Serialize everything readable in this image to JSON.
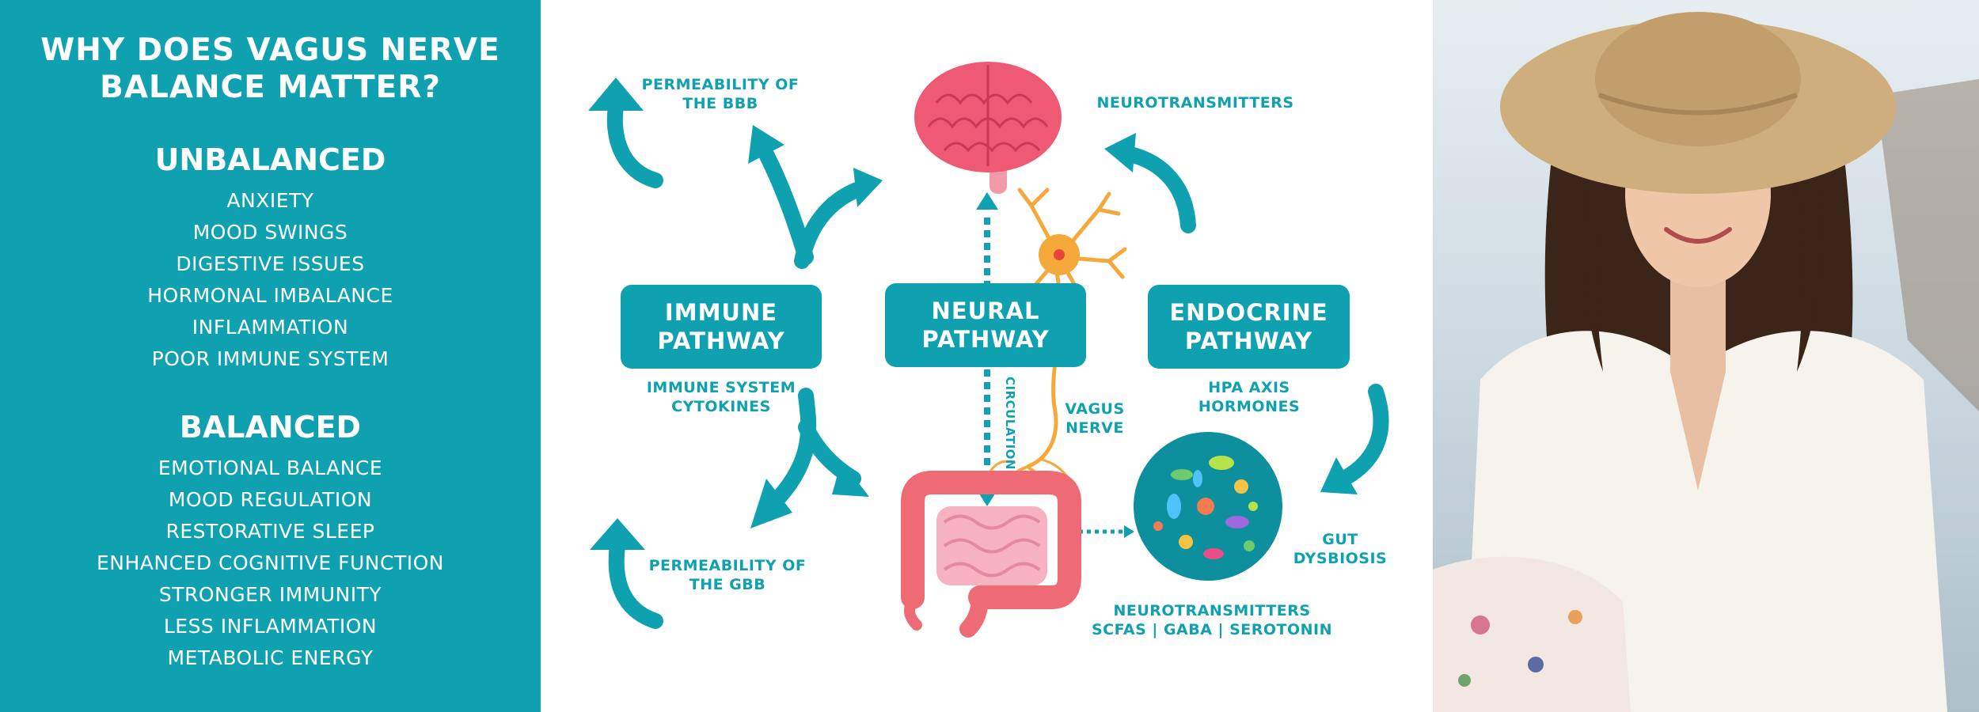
{
  "left_panel": {
    "title_line1": "WHY DOES VAGUS NERVE",
    "title_line2": "BALANCE MATTER?",
    "unbalanced_heading": "UNBALANCED",
    "unbalanced_items": [
      "ANXIETY",
      "MOOD SWINGS",
      "DIGESTIVE ISSUES",
      "HORMONAL IMBALANCE",
      "INFLAMMATION",
      "POOR IMMUNE SYSTEM"
    ],
    "balanced_heading": "BALANCED",
    "balanced_items": [
      "EMOTIONAL BALANCE",
      "MOOD REGULATION",
      "RESTORATIVE SLEEP",
      "ENHANCED COGNITIVE FUNCTION",
      "STRONGER IMMUNITY",
      "LESS INFLAMMATION",
      "METABOLIC ENERGY"
    ]
  },
  "diagram": {
    "pathways": {
      "immune_line1": "IMMUNE",
      "immune_line2": "PATHWAY",
      "neural_line1": "NEURAL",
      "neural_line2": "PATHWAY",
      "endocrine_line1": "ENDOCRINE",
      "endocrine_line2": "PATHWAY"
    },
    "labels": {
      "bbb_line1": "PERMEABILITY OF",
      "bbb_line2": "THE BBB",
      "neurotransmitters_top": "NEUROTRANSMITTERS",
      "immune_sub_line1": "IMMUNE SYSTEM",
      "immune_sub_line2": "CYTOKINES",
      "circulation": "CIRCULATION",
      "vagus_line1": "VAGUS",
      "vagus_line2": "NERVE",
      "hpa_line1": "HPA AXIS",
      "hpa_line2": "HORMONES",
      "gbb_line1": "PERMEABILITY OF",
      "gbb_line2": "THE GBB",
      "dysbiosis_line1": "GUT",
      "dysbiosis_line2": "DYSBIOSIS",
      "neuro_bottom_line1": "NEUROTRANSMITTERS",
      "neuro_bottom_line2": "SCFAS | GABA | SEROTONIN"
    }
  },
  "colors": {
    "teal": "#10A1B1",
    "brain_pink": "#EE5A74",
    "neuron_orange": "#F4A93A",
    "intestine_red": "#EE6A74"
  },
  "icons": [
    "brain-icon",
    "neuron-icon",
    "intestine-icon",
    "microbiome-icon",
    "curved-arrow-icon"
  ],
  "photo": {
    "subject": "smiling woman in straw hat"
  }
}
